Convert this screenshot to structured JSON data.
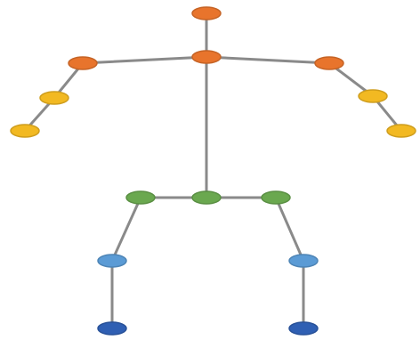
{
  "diagram": {
    "colors": {
      "bone": "#8a8a8a",
      "head_torso": "#e8742c",
      "arm_joint": "#f2b922",
      "hip": "#6aa84f",
      "knee": "#5b9bd5",
      "ankle": "#2f5fb3"
    },
    "joints": [
      {
        "id": "head",
        "color": "#e8742c"
      },
      {
        "id": "neck",
        "color": "#e8742c"
      },
      {
        "id": "left-shoulder",
        "color": "#e8742c"
      },
      {
        "id": "right-shoulder",
        "color": "#e8742c"
      },
      {
        "id": "left-elbow",
        "color": "#f2b922"
      },
      {
        "id": "right-elbow",
        "color": "#f2b922"
      },
      {
        "id": "left-wrist",
        "color": "#f2b922"
      },
      {
        "id": "right-wrist",
        "color": "#f2b922"
      },
      {
        "id": "mid-hip",
        "color": "#6aa84f"
      },
      {
        "id": "left-hip",
        "color": "#6aa84f"
      },
      {
        "id": "right-hip",
        "color": "#6aa84f"
      },
      {
        "id": "left-knee",
        "color": "#5b9bd5"
      },
      {
        "id": "right-knee",
        "color": "#5b9bd5"
      },
      {
        "id": "left-ankle",
        "color": "#2f5fb3"
      },
      {
        "id": "right-ankle",
        "color": "#2f5fb3"
      }
    ],
    "bones": [
      [
        "head",
        "neck"
      ],
      [
        "neck",
        "left-shoulder"
      ],
      [
        "neck",
        "right-shoulder"
      ],
      [
        "left-shoulder",
        "left-elbow"
      ],
      [
        "left-elbow",
        "left-wrist"
      ],
      [
        "right-shoulder",
        "right-elbow"
      ],
      [
        "right-elbow",
        "right-wrist"
      ],
      [
        "neck",
        "mid-hip"
      ],
      [
        "mid-hip",
        "left-hip"
      ],
      [
        "mid-hip",
        "right-hip"
      ],
      [
        "left-hip",
        "left-knee"
      ],
      [
        "left-knee",
        "left-ankle"
      ],
      [
        "right-hip",
        "right-knee"
      ],
      [
        "right-knee",
        "right-ankle"
      ]
    ]
  }
}
